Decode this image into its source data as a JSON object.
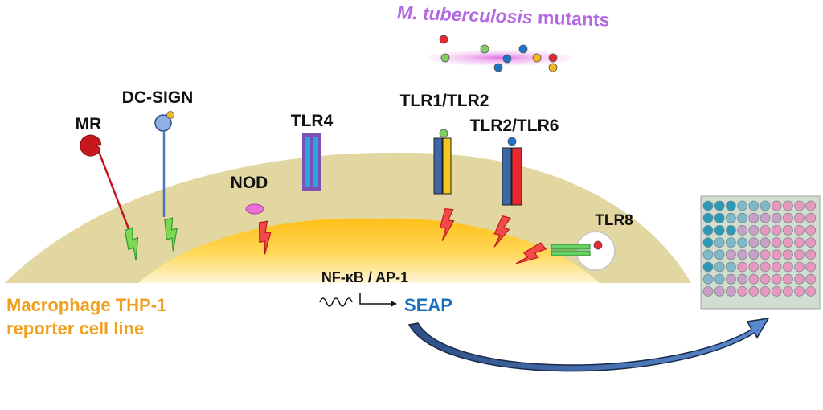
{
  "title": {
    "species": "M. tuberculosis",
    "suffix": "mutants"
  },
  "receptors": {
    "mr": "MR",
    "dc_sign": "DC-SIGN",
    "tlr4": "TLR4",
    "nod": "NOD",
    "tlr1_tlr2": "TLR1/TLR2",
    "tlr2_tlr6": "TLR2/TLR6",
    "tlr8": "TLR8"
  },
  "signaling": {
    "transcription_factors": "NF-κB / AP-1",
    "reporter": "SEAP"
  },
  "cell": {
    "line1": "Macrophage THP-1",
    "line2": "reporter cell line"
  },
  "colors": {
    "title": "#b36ae0",
    "cell_label": "#f0a020",
    "seap": "#1a6fc0",
    "membrane": "#e2d7a0",
    "nucleus": "#ffc82a",
    "activation_bolt_red": "#e8282e",
    "activation_bolt_green": "#3bbf3b",
    "arrow": "#3d68a8"
  },
  "icons": [
    "bacterium-dot-icon",
    "lightning-bolt-icon",
    "arrow-icon",
    "microplate-icon",
    "dna-wave-icon"
  ]
}
